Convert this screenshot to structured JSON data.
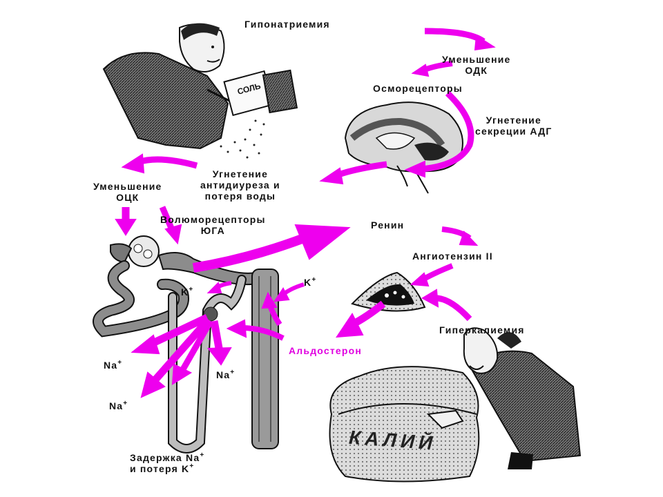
{
  "colors": {
    "arrow": "#ee00ee",
    "ink": "#111111",
    "shade": "#8c8c8c",
    "accent": "#e000e0"
  },
  "labels": {
    "hyponatremia": "Гипонатриемия",
    "decrease_odk": "Уменьшение\nОДК",
    "osmoreceptors": "Осморецепторы",
    "inhibit_adh": "Угнетение\nсекреции АДГ",
    "inhibit_antidiuresis": "Угнетение\nантидиуреза и\nпотеря воды",
    "decrease_ock": "Уменьшение\nОЦК",
    "volumoreceptors": "Волюморецепторы\nЮГА",
    "renin": "Ренин",
    "angiotensin": "Ангиотензин II",
    "hyperkalemia": "Гиперкалиемия",
    "aldosterone": "Альдостерон",
    "k_left": "K",
    "k_right": "K",
    "na_1": "Na",
    "na_2": "Na",
    "na_3": "Na",
    "retention_line1": "Задержка Na",
    "retention_line2": "и потеря K",
    "sack_text": "КАЛИЙ",
    "salt_text": "СОЛЬ",
    "plus": "+"
  }
}
